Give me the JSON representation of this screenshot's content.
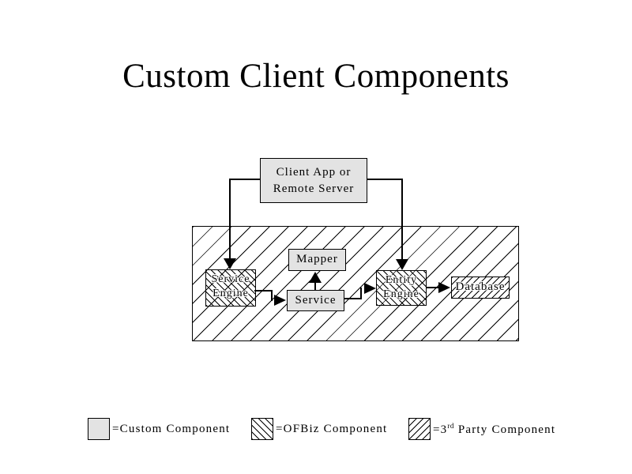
{
  "title": "Custom Client Components",
  "diagram": {
    "client_box": {
      "line1": "Client App or",
      "line2": "Remote Server"
    },
    "service_engine": {
      "line1": "Service",
      "line2": "Engine"
    },
    "mapper": {
      "label": "Mapper"
    },
    "service": {
      "label": "Service"
    },
    "entity_engine": {
      "line1": "Entity",
      "line2": "Engine"
    },
    "database": {
      "label": "Database"
    }
  },
  "legend": {
    "custom_label": "=Custom Component",
    "ofbiz_label": "=OFBiz Component",
    "third_prefix": "=3",
    "third_sup": "rd",
    "third_suffix": " Party Component"
  },
  "colors": {
    "component_fill": "#e3e3e3",
    "line": "#000000",
    "background": "#ffffff"
  }
}
